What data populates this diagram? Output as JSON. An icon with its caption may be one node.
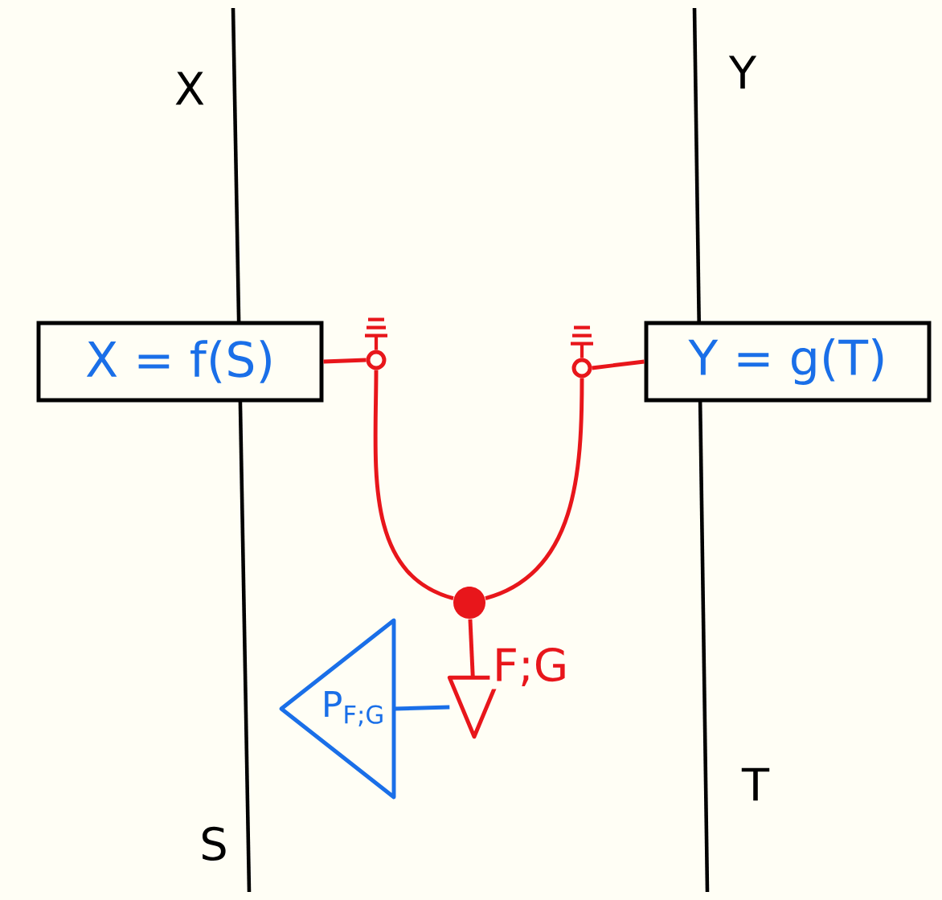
{
  "diagram": {
    "nodes": [
      {
        "text": [
          "X = f(S)"
        ]
      },
      {
        "text": [
          "Y = g(T)"
        ]
      },
      {
        "text": [],
        "shape": "circle"
      },
      {
        "text": [],
        "shape": "circle"
      },
      {
        "text": [],
        "shape": "circle"
      },
      {
        "text": [],
        "shape": "triangle"
      },
      {
        "text": [
          "P$_{F;G}$"
        ]
      }
    ],
    "edges": [
      {
        "from": 0,
        "to": 2,
        "arrow": "none"
      },
      {
        "from": 3,
        "to": 1,
        "arrow": "none"
      },
      {
        "from": 2,
        "to": 4,
        "arrow": "none"
      },
      {
        "from": 3,
        "to": 4,
        "arrow": "none"
      },
      {
        "from": 4,
        "to": 5,
        "arrow": "none",
        "label": "F;G"
      },
      {
        "from": 5,
        "to": 6,
        "arrow": "none",
        "color": "#1a6fe8"
      }
    ],
    "labels": [
      "X",
      "Y",
      "T",
      "S"
    ]
  }
}
